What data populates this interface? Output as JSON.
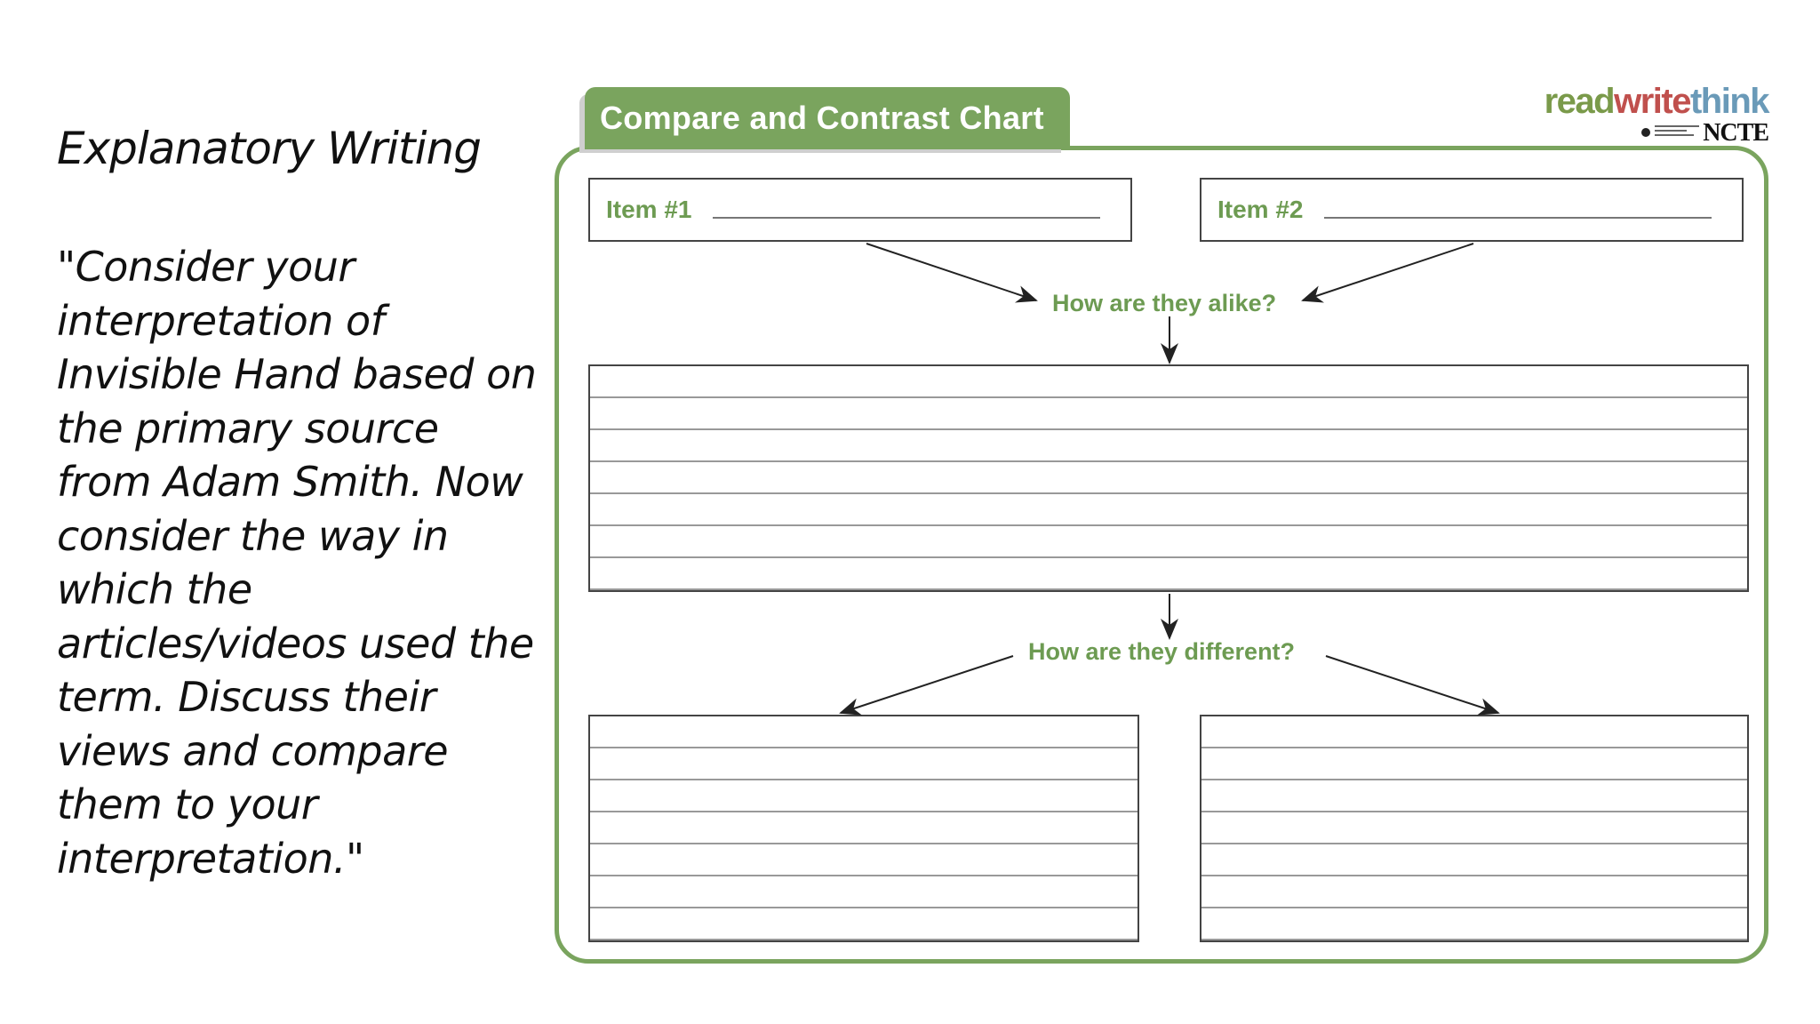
{
  "slide": {
    "title": "Explanatory Writing",
    "prompt_lines": [
      " \"Consider your",
      "interpretation of",
      "Invisible Hand based on",
      "the primary source",
      "from Adam Smith. Now",
      "consider the way in",
      "which the",
      "articles/videos used the",
      "term. Discuss their",
      "views and compare",
      "them to your",
      "interpretation.\""
    ]
  },
  "worksheet": {
    "tab_title": "Compare and Contrast Chart",
    "item1_label": "Item #1",
    "item2_label": "Item #2",
    "alike_question": "How are they alike?",
    "different_question": "How are they different?"
  },
  "logo": {
    "read": "read",
    "write": "write",
    "think": "think",
    "ncte": "NCTE"
  },
  "colors": {
    "accent_green": "#7aa45e",
    "label_green": "#6d9b52",
    "logo_red": "#c0504d",
    "logo_blue": "#6a9ab8"
  }
}
